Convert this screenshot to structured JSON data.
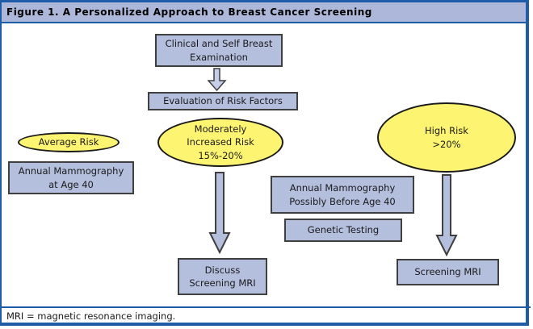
{
  "title": "Figure 1. A Personalized Approach to Breast Cancer Screening",
  "footnote": "MRI = magnetic resonance imaging.",
  "colors": {
    "frame_border": "#1e5ca8",
    "titlebar_bg": "#adb7da",
    "box_bg": "#b4bfde",
    "ellipse_bg": "#fdf472",
    "node_border": "#3f3f3f",
    "text": "#1a1a1a"
  },
  "flowchart": {
    "clinical_exam": {
      "lines": [
        "Clinical and Self Breast",
        "Examination"
      ]
    },
    "risk_evaluation": {
      "label": "Evaluation of Risk Factors"
    },
    "average_risk": {
      "label": "Average Risk"
    },
    "moderate_risk": {
      "lines": [
        "Moderately",
        "Increased Risk",
        "15%-20%"
      ]
    },
    "high_risk": {
      "lines": [
        "High Risk",
        ">20%"
      ]
    },
    "annual_mammography_40": {
      "lines": [
        "Annual Mammography",
        "at Age 40"
      ]
    },
    "annual_mammography_before_40": {
      "lines": [
        "Annual Mammography",
        "Possibly Before Age 40"
      ]
    },
    "genetic_testing": {
      "label": "Genetic Testing"
    },
    "discuss_screening_mri": {
      "lines": [
        "Discuss",
        "Screening MRI"
      ]
    },
    "screening_mri": {
      "label": "Screening MRI"
    }
  }
}
